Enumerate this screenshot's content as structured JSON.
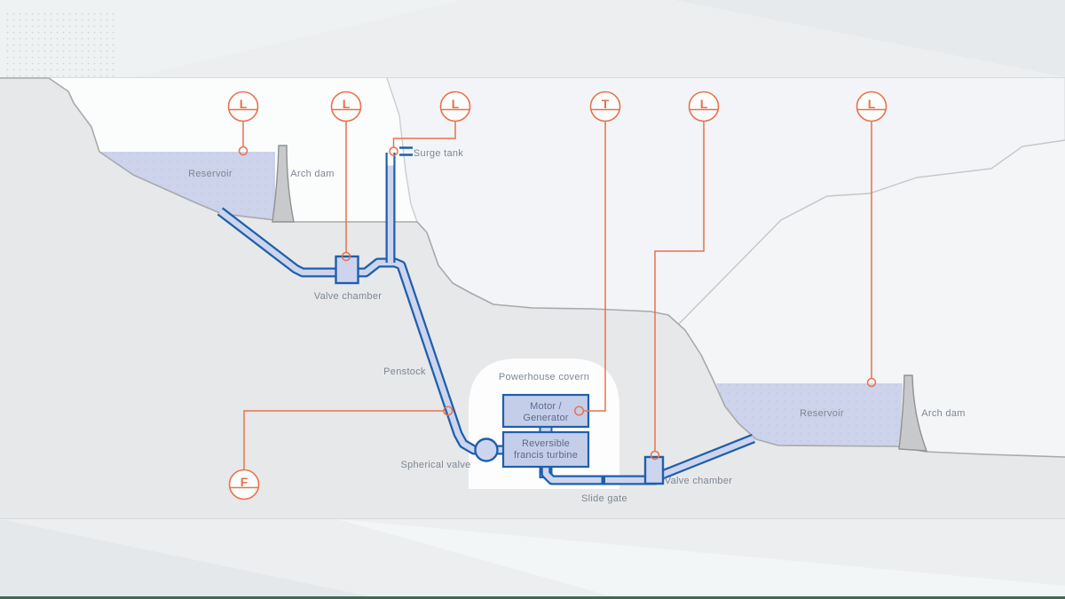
{
  "diagram": {
    "upper_reservoir_label": "Reservoir",
    "upper_arch_dam_label": "Arch dam",
    "surge_tank_label": "Surge tank",
    "upper_valve_chamber_label": "Valve  chamber",
    "penstock_label": "Penstock",
    "powerhouse_label": "Powerhouse covern",
    "motor_generator": {
      "line1": "Motor /",
      "line2": "Generator"
    },
    "turbine": {
      "line1": "Reversible",
      "line2": "francis turbine"
    },
    "spherical_valve_label": "Spherical valve",
    "slide_gate_label": "Slide gate",
    "lower_valve_chamber_label": "Valve chamber",
    "lower_reservoir_label": "Reservoir",
    "lower_arch_dam_label": "Arch dam",
    "sensors": [
      {
        "letter": "L"
      },
      {
        "letter": "L"
      },
      {
        "letter": "L"
      },
      {
        "letter": "T"
      },
      {
        "letter": "L"
      },
      {
        "letter": "L"
      },
      {
        "letter": "F"
      }
    ],
    "colors": {
      "accent_orange": "#E8724C",
      "pipe_blue": "#1E5FAD",
      "pipe_fill": "#CDD5EE",
      "water": "#CDD3EA",
      "terrain": "#E7E8E9",
      "equipment_box_fill": "#C5CEE9",
      "label_grey": "#7E8794",
      "bottom_bar_green": "#3F6A52"
    }
  }
}
